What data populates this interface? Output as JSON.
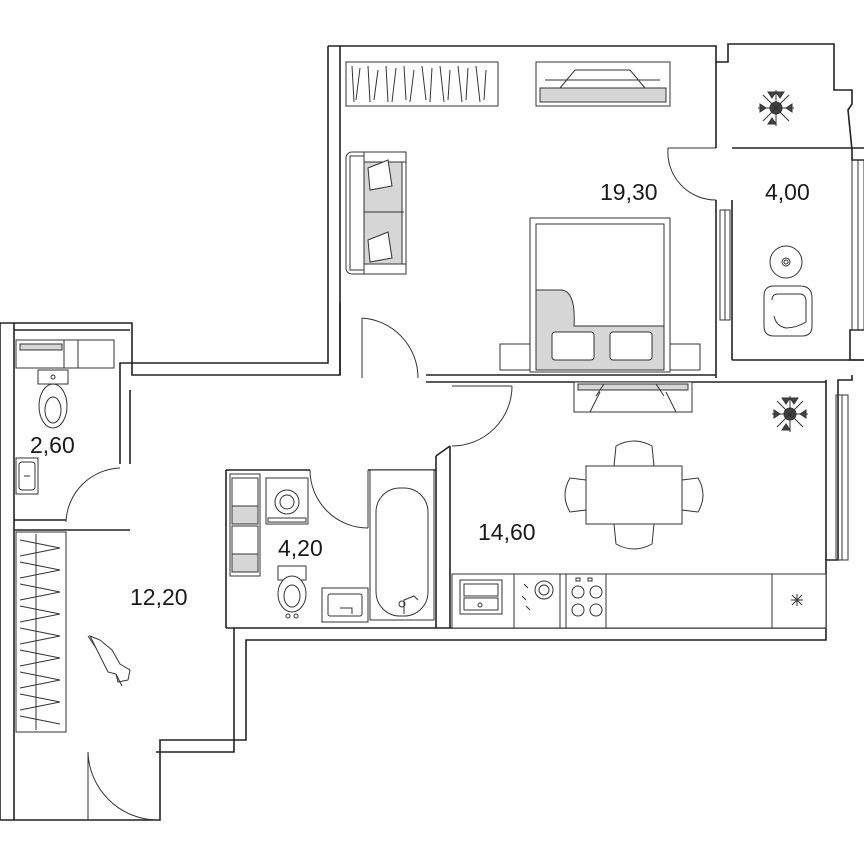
{
  "rooms": {
    "living_bedroom": {
      "area": "19,30"
    },
    "balcony": {
      "area": "4,00"
    },
    "toilet": {
      "area": "2,60"
    },
    "hall": {
      "area": "12,20"
    },
    "bathroom": {
      "area": "4,20"
    },
    "kitchen": {
      "area": "14,60"
    }
  },
  "colors": {
    "walls": "#222222",
    "furniture_fill": "#ffffff",
    "accent_grey": "#d6d6d6",
    "background": "#ffffff"
  }
}
